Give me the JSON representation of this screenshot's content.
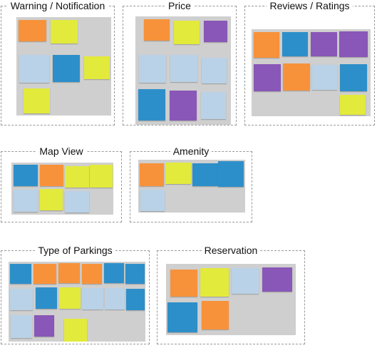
{
  "groups": {
    "warning": "Warning / Notification",
    "price": "Price",
    "reviews": "Reviews / Ratings",
    "map": "Map View",
    "amenity": "Amenity",
    "parkings": "Type of Parkings",
    "reservation": "Reservation"
  },
  "colors": {
    "orange": "#f7923a",
    "yellow": "#e2ea3c",
    "blue": "#2d8fc9",
    "purple": "#8957b7",
    "light_blue": "#b9d2e7",
    "wall": "#cfcfcf",
    "dashed_border": "#9a9a9a"
  }
}
